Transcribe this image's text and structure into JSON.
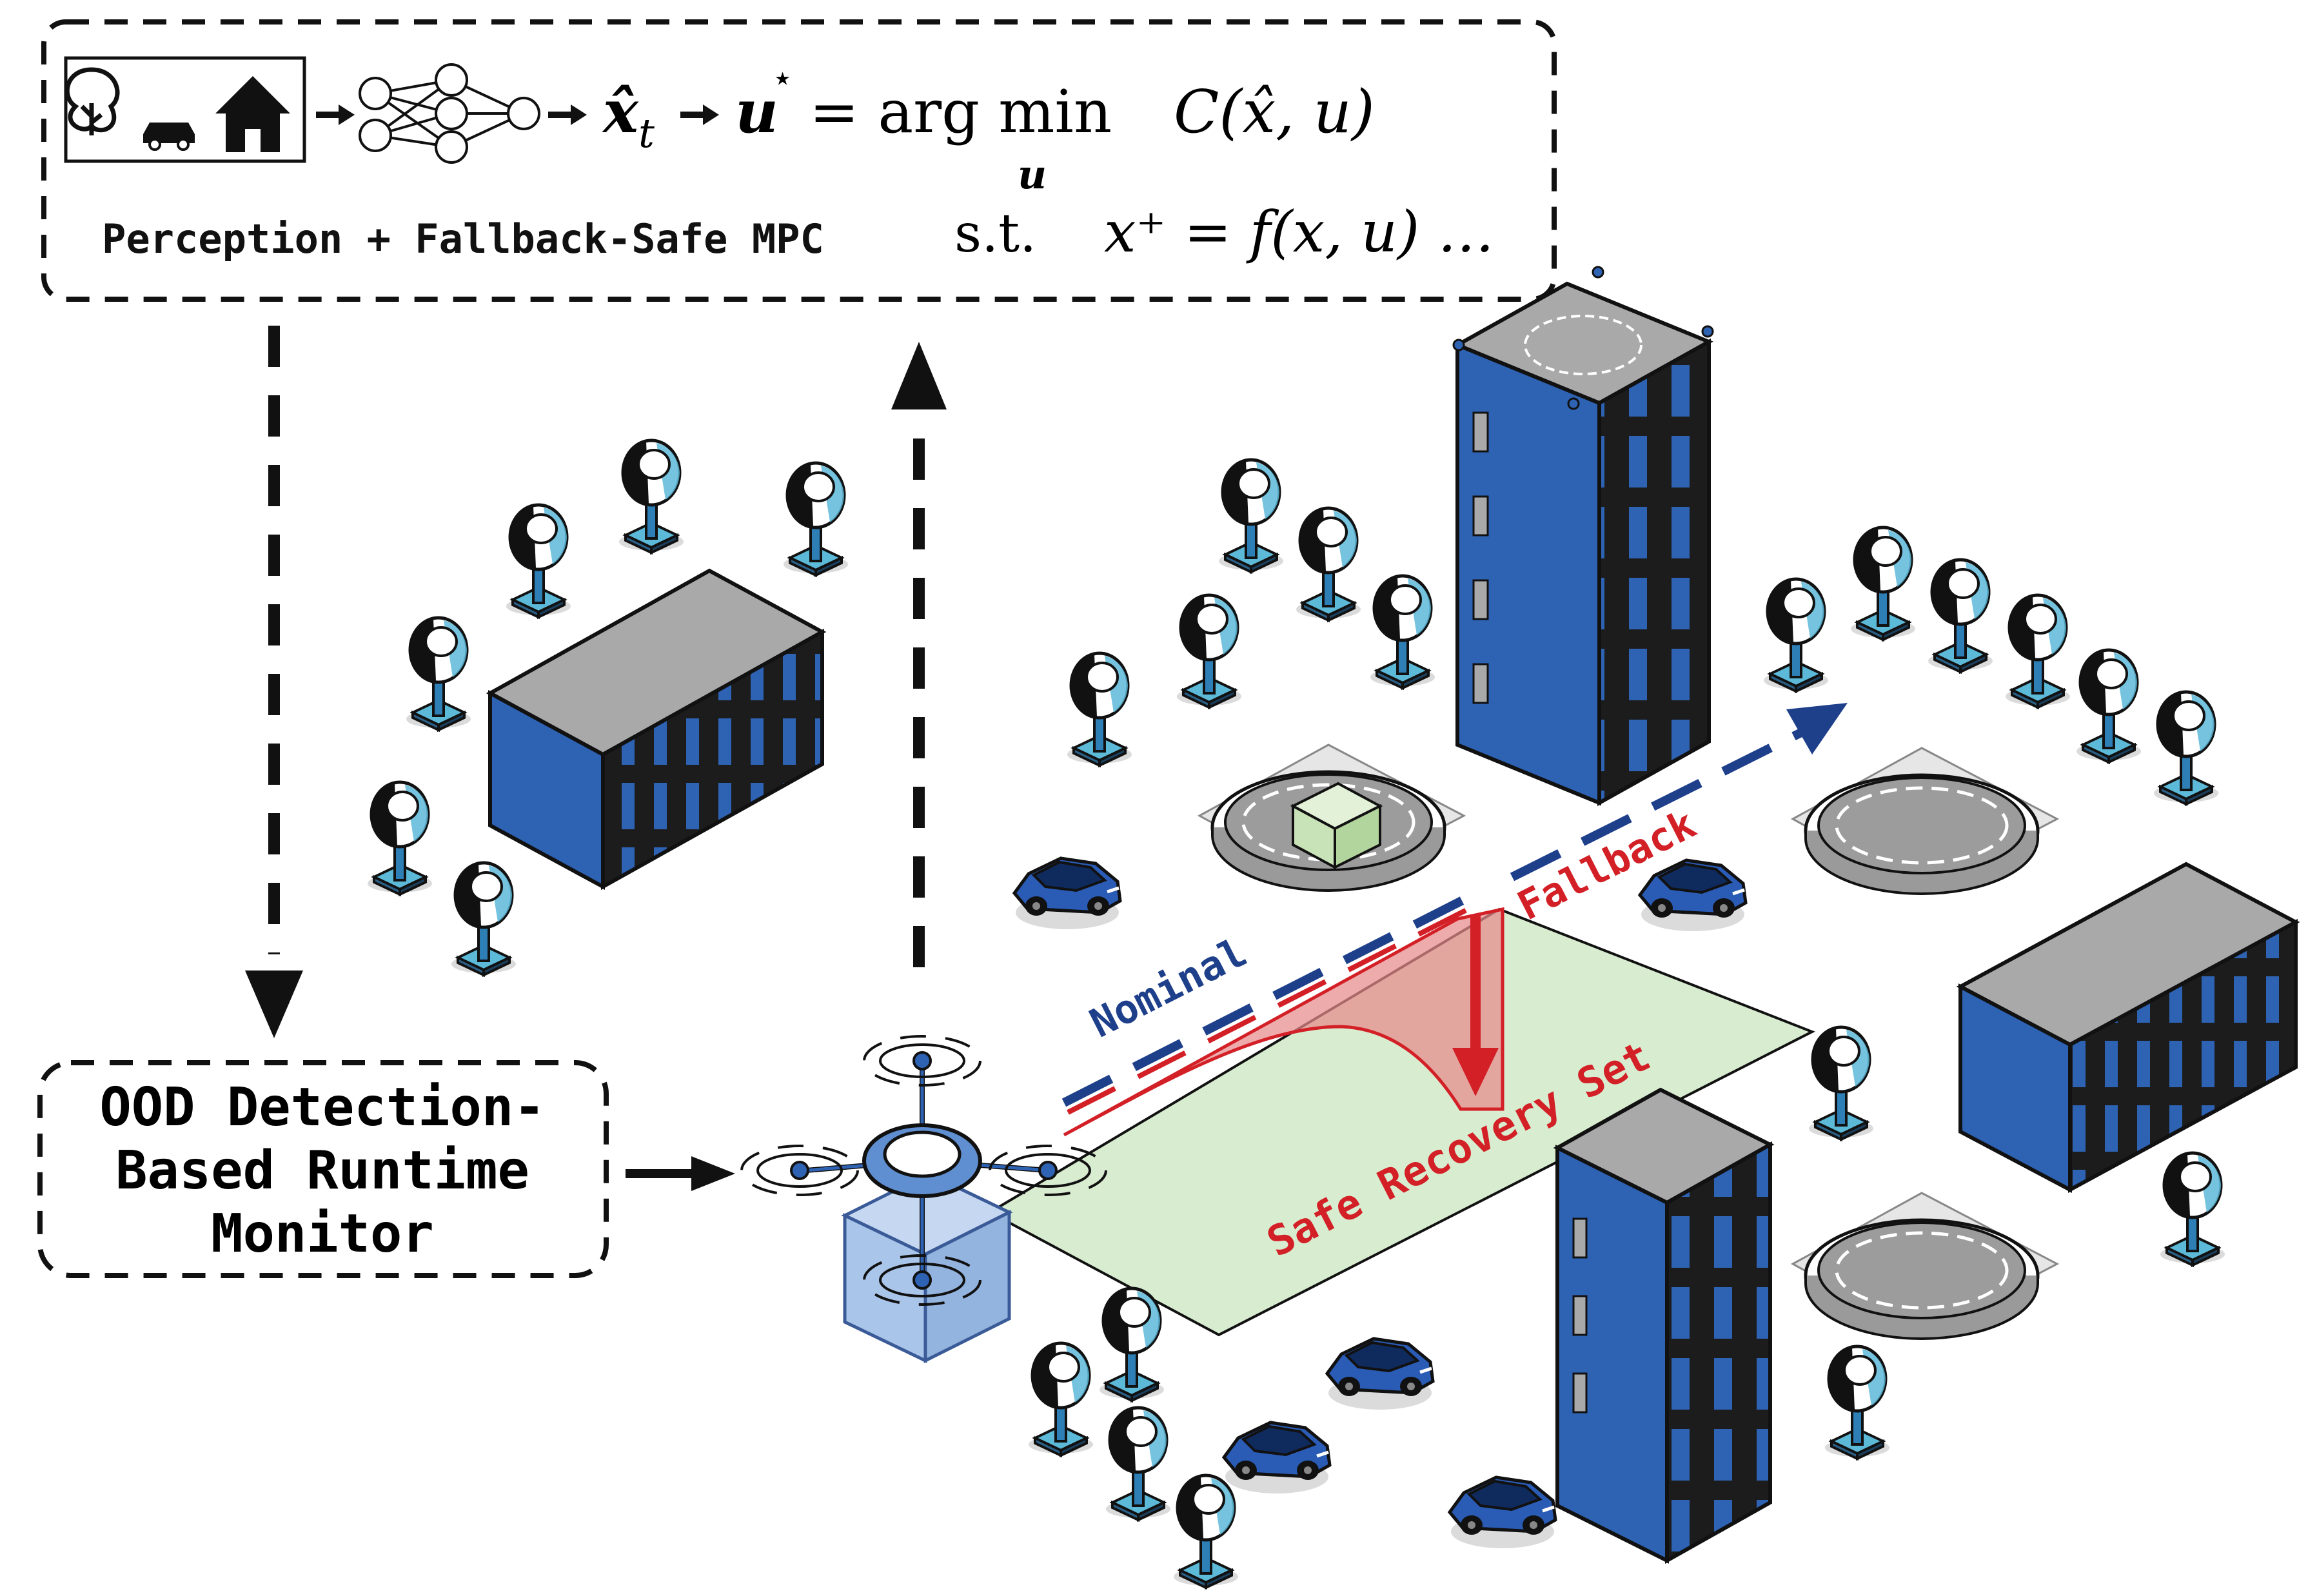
{
  "top_panel": {
    "caption": "Perception + Fallback-Safe MPC",
    "state_estimate": "x̂",
    "state_sub": "t",
    "objective_lhs": "u",
    "objective_star": "⋆",
    "objective_eq": "= arg min",
    "objective_under": "u",
    "objective_rhs": "C(x̂, u)",
    "constraint_st": "s.t.",
    "constraint_expr": "x⁺ = f(x, u) …"
  },
  "monitor_box": {
    "line1": "OOD Detection-",
    "line2": "Based Runtime",
    "line3": "Monitor"
  },
  "trajectory_labels": {
    "nominal": "Nominal",
    "fallback": "Fallback",
    "safe_set": "Safe Recovery Set"
  },
  "colors": {
    "building_blue": "#2e62b2",
    "building_dark": "#1c1c1c",
    "roof_gray": "#a9a9a9",
    "nominal_blue": "#1e3f8a",
    "fallback_red": "#d32027",
    "safe_green": "#d8ecd0",
    "car_blue": "#2a5bb5",
    "tree_cyan": "#5db9d8",
    "pad_gray": "#bfbfbf",
    "package_blue": "#aac5ea"
  },
  "icons": [
    "tree-icon",
    "car-icon",
    "house-icon",
    "neural-network-icon",
    "drone-icon"
  ]
}
